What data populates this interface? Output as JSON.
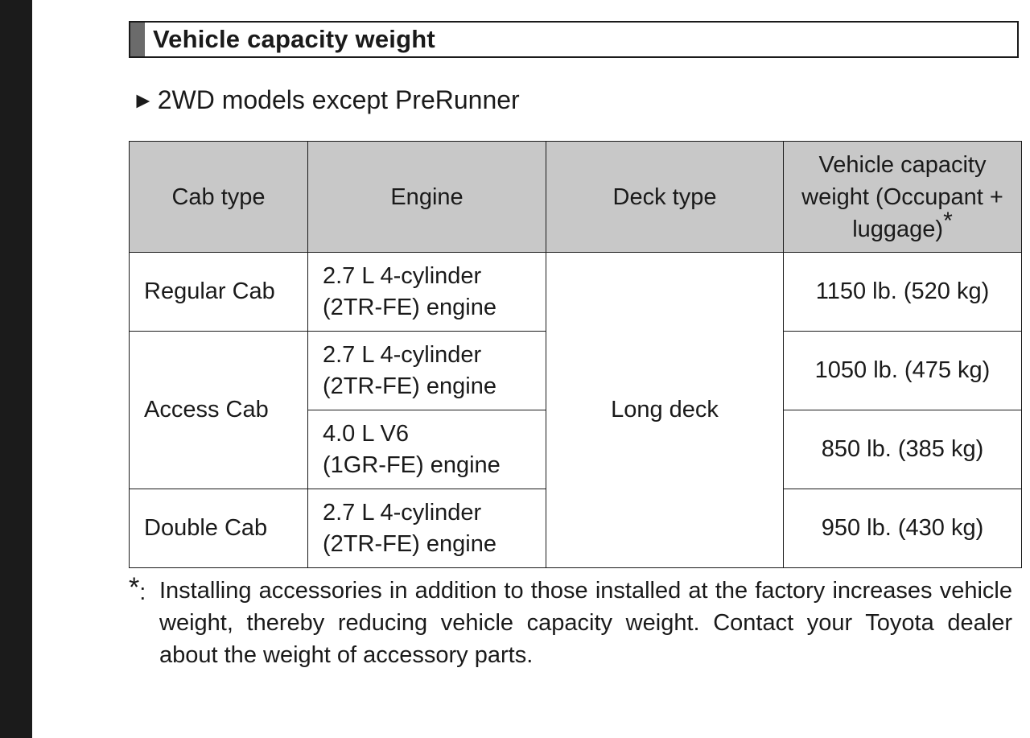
{
  "section": {
    "title": "Vehicle capacity weight"
  },
  "subheading": {
    "arrow": "►",
    "text": "2WD models except PreRunner"
  },
  "table": {
    "headers": {
      "cab_type": "Cab type",
      "engine": "Engine",
      "deck_type": "Deck type",
      "capacity": "Vehicle capacity weight (Occupant + luggage)",
      "capacity_mark": "*"
    },
    "deck_value": "Long deck",
    "rows": [
      {
        "cab": "Regular Cab",
        "engine_line1": "2.7 L 4-cylinder",
        "engine_line2": "(2TR-FE) engine",
        "weight": "1150 lb. (520 kg)"
      },
      {
        "cab": "Access Cab",
        "engine_line1": "2.7 L 4-cylinder",
        "engine_line2": "(2TR-FE) engine",
        "weight": "1050 lb. (475 kg)"
      },
      {
        "cab": "",
        "engine_line1": "4.0 L V6",
        "engine_line2": "(1GR-FE) engine",
        "weight": "850 lb. (385 kg)"
      },
      {
        "cab": "Double Cab",
        "engine_line1": "2.7 L 4-cylinder",
        "engine_line2": "(2TR-FE) engine",
        "weight": "950 lb. (430 kg)"
      }
    ]
  },
  "footnote": {
    "mark": "*",
    "separator": ":",
    "text": "Installing accessories in addition to those installed at the factory increases vehicle weight, thereby reducing vehicle capacity weight. Contact your Toyota dealer about the weight of accessory parts."
  }
}
